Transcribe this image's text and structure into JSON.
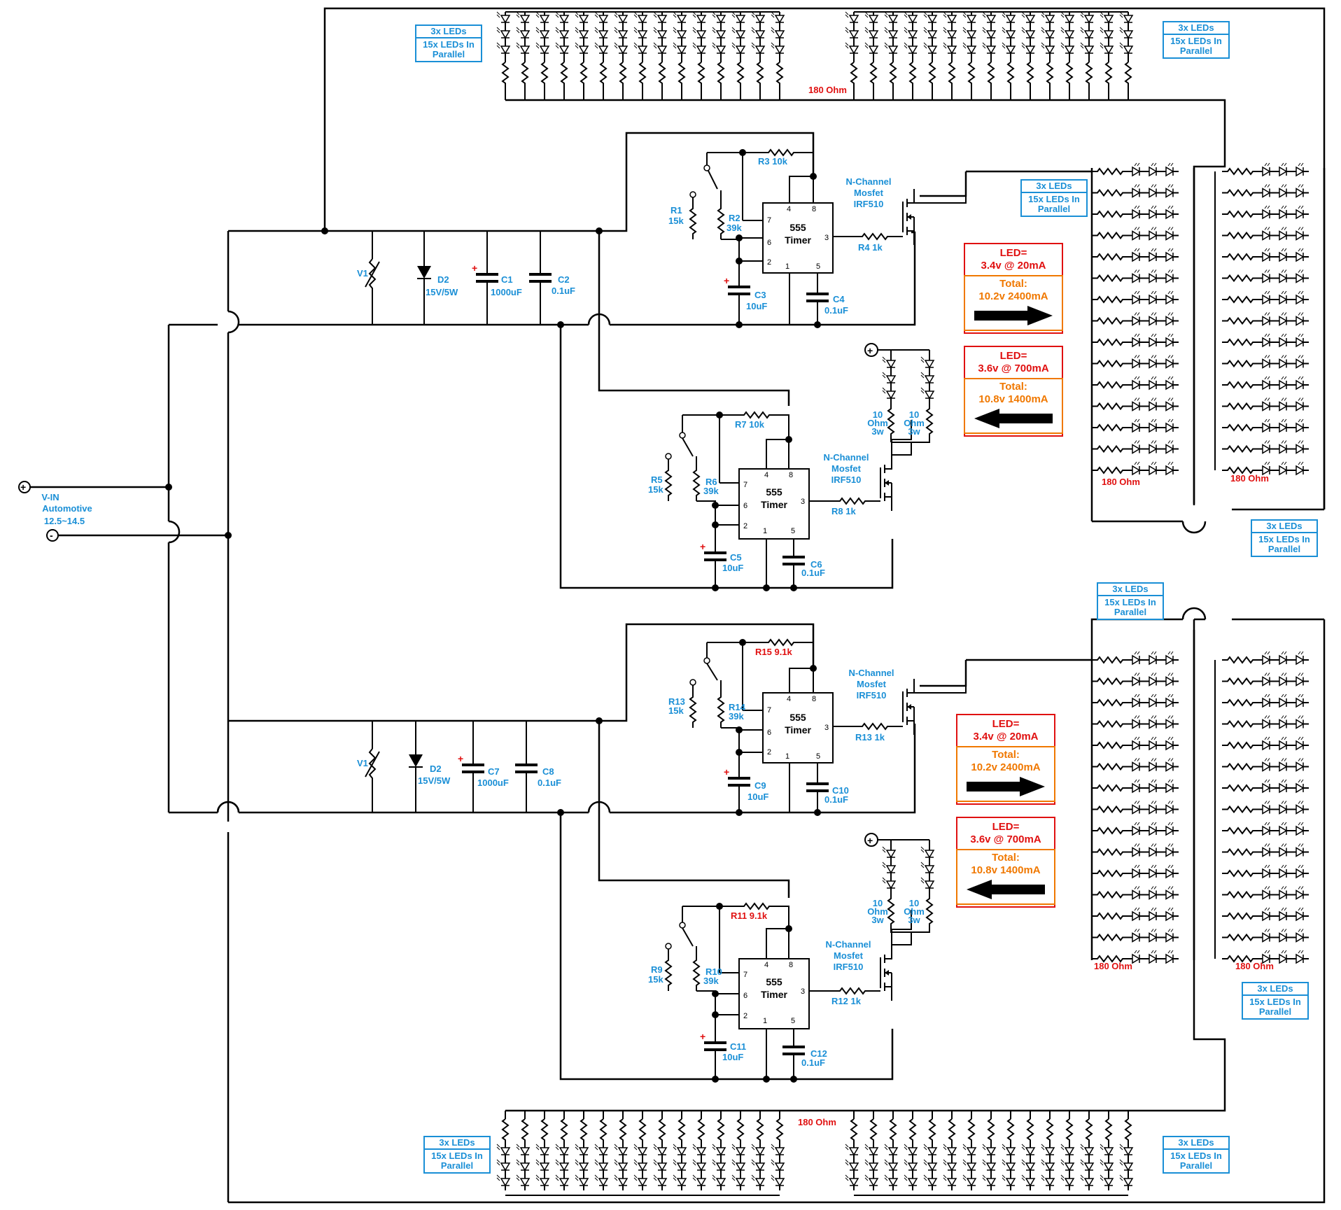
{
  "vin": {
    "title": "V-IN",
    "sub": "Automotive",
    "range": "12.5~14.5"
  },
  "led_box": {
    "top": "3x LEDs",
    "bottom": "15x LEDs In Parallel"
  },
  "spec_fwd": {
    "led": "LED=",
    "v": "3.4v @ 20mA",
    "total": "Total:",
    "tv": "10.2v 2400mA"
  },
  "spec_rev": {
    "led": "LED=",
    "v": "3.6v @ 700mA",
    "total": "Total:",
    "tv": "10.8v 1400mA"
  },
  "mosfet": {
    "l1": "N-Channel",
    "l2": "Mosfet",
    "l3": "IRF510"
  },
  "timer": {
    "l1": "555",
    "l2": "Timer"
  },
  "ohm180": "180 Ohm",
  "res10": {
    "l1": "10",
    "l2": "Ohm",
    "l3": "3w"
  },
  "top": {
    "v1": "V1",
    "d2": "D2",
    "d2v": "15V/5W",
    "c1": "C1",
    "c1v": "1000uF",
    "c2": "C2",
    "c2v": "0.1uF",
    "r3": "R3 10k",
    "r1": "R1",
    "r1v": "15k",
    "r2": "R2",
    "r2v": "39k",
    "r4": "R4 1k",
    "c3": "C3",
    "c3v": "10uF",
    "c4": "C4",
    "c4v": "0.1uF",
    "r7": "R7 10k",
    "r5": "R5",
    "r5v": "15k",
    "r6": "R6",
    "r6v": "39k",
    "r8": "R8 1k",
    "c5": "C5",
    "c5v": "10uF",
    "c6": "C6",
    "c6v": "0.1uF"
  },
  "bottom": {
    "v1": "V1",
    "d2": "D2",
    "d2v": "15V/5W",
    "c7": "C7",
    "c7v": "1000uF",
    "c8": "C8",
    "c8v": "0.1uF",
    "r15": "R15 9.1k",
    "r13": "R13",
    "r13v": "15k",
    "r14": "R14",
    "r14v": "39k",
    "r13b": "R13 1k",
    "c9": "C9",
    "c9v": "10uF",
    "c10": "C10",
    "c10v": "0.1uF",
    "r11": "R11 9.1k",
    "r9": "R9",
    "r9v": "15k",
    "r10": "R10",
    "r10v": "39k",
    "r12": "R12 1k",
    "c11": "C11",
    "c11v": "10uF",
    "c12": "C12",
    "c12v": "0.1uF"
  },
  "colors": {
    "blue": "#1a8fd6",
    "red": "#e01010",
    "orange": "#f07800"
  }
}
